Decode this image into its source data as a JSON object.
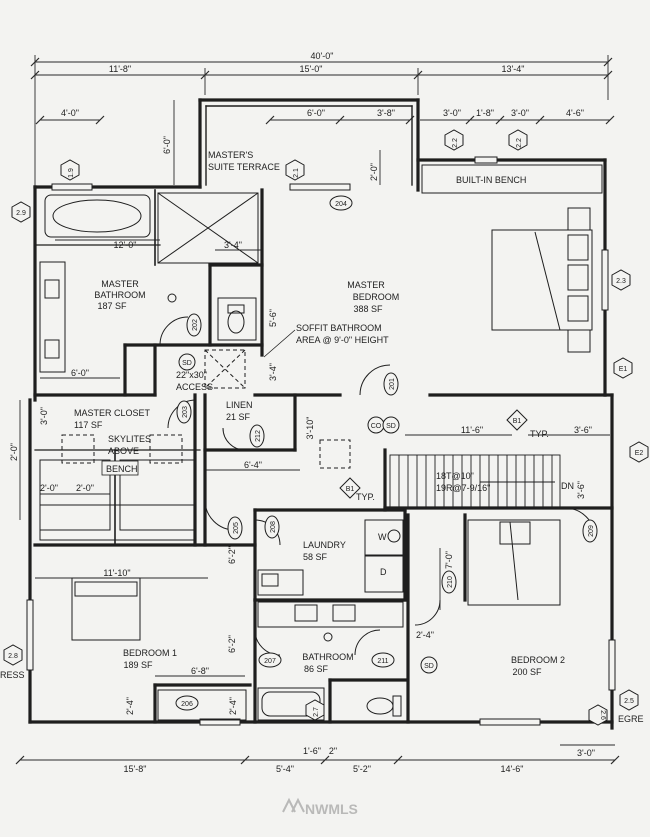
{
  "dimensions": {
    "overall": "40'-0\"",
    "top_segments": [
      "11'-8\"",
      "15'-0\"",
      "13'-4\""
    ],
    "terrace_left": "4'-0\"",
    "terrace_a": "6'-0\"",
    "terrace_b": "3'-8\"",
    "right_a": "3'-0\"",
    "right_b": "1'-8\"",
    "right_c": "3'-0\"",
    "right_d": "4'-6\"",
    "terrace_depth": "6'-0\"",
    "terrace_step": "2'-0\"",
    "tub_width": "12'-0\"",
    "shower_width": "3'-4\"",
    "soffit_height": "5'-6\"",
    "vanity_width": "6'-0\"",
    "access_depth": "3'-4\"",
    "closet_depth": "3'-0\"",
    "hall_depth": "3'-10\"",
    "stair_width": "11'-6\"",
    "stair_right": "3'-6\"",
    "left_wall": "2'-0\"",
    "hall_width": "6'-4\"",
    "dn_depth": "3'-6\"",
    "closet_a": "2'-0\"",
    "closet_b": "2'-0\"",
    "bedroom1_width": "11'-10\"",
    "door_a": "6'-2\"",
    "door_b": "6'-2\"",
    "b2_closet": "7'-0\"",
    "b2_door": "2'-4\"",
    "b1_closet": "6'-8\"",
    "b1_side_a": "2'-4\"",
    "b1_side_b": "2'-4\"",
    "bottom_left": "15'-8\"",
    "bottom_a": "5'-4\"",
    "bottom_b": "1'-6\"",
    "bottom_c": "2\"",
    "bottom_d": "5'-2\"",
    "bottom_e": "14'-6\"",
    "bottom_f": "3'-0\""
  },
  "rooms": {
    "terrace": [
      "MASTER'S",
      "SUITE TERRACE"
    ],
    "built_in_bench": "BUILT-IN BENCH",
    "master_bathroom": [
      "MASTER",
      "BATHROOM",
      "187 SF"
    ],
    "master_bedroom": [
      "MASTER",
      "BEDROOM",
      "388 SF"
    ],
    "soffit_note": [
      "SOFFIT BATHROOM",
      "AREA @ 9'-0\" HEIGHT"
    ],
    "access": [
      "22\"x30\"",
      "ACCESS"
    ],
    "master_closet": [
      "MASTER CLOSET",
      "117 SF"
    ],
    "skylites": [
      "SKYLITES",
      "ABOVE"
    ],
    "bench": "BENCH",
    "linen": [
      "LINEN",
      "21 SF"
    ],
    "laundry": [
      "LAUNDRY",
      "58 SF"
    ],
    "bedroom1": [
      "BEDROOM 1",
      "189 SF"
    ],
    "bathroom": [
      "BATHROOM",
      "86 SF"
    ],
    "bedroom2": [
      "BEDROOM 2",
      "200 SF"
    ],
    "stair": [
      "18T@10\"",
      "19R@7-9/16\""
    ],
    "stair_dn": "DN",
    "typ": "TYP.",
    "washer": "W",
    "dryer": "D"
  },
  "tags": {
    "doors": [
      "204",
      "202",
      "203",
      "201",
      "212",
      "208",
      "205",
      "209",
      "210",
      "207",
      "211",
      "206"
    ],
    "windows": [
      "1.9",
      "2.1",
      "2.2",
      "2.2",
      "2.9",
      "2.3",
      "2.8",
      "2.5",
      "2.6",
      "2.7"
    ],
    "window_partial": [
      "E1",
      "E2"
    ],
    "typ_marks": [
      "B1",
      "B1"
    ],
    "sd": "SD",
    "co": "CO"
  },
  "edge_text": {
    "left": "RESS",
    "right": "EGRE"
  },
  "watermark": "NWMLS",
  "colors": {
    "paper": "#f3f3f1",
    "line": "#1e1e1e",
    "dim": "#2a2a2a"
  }
}
